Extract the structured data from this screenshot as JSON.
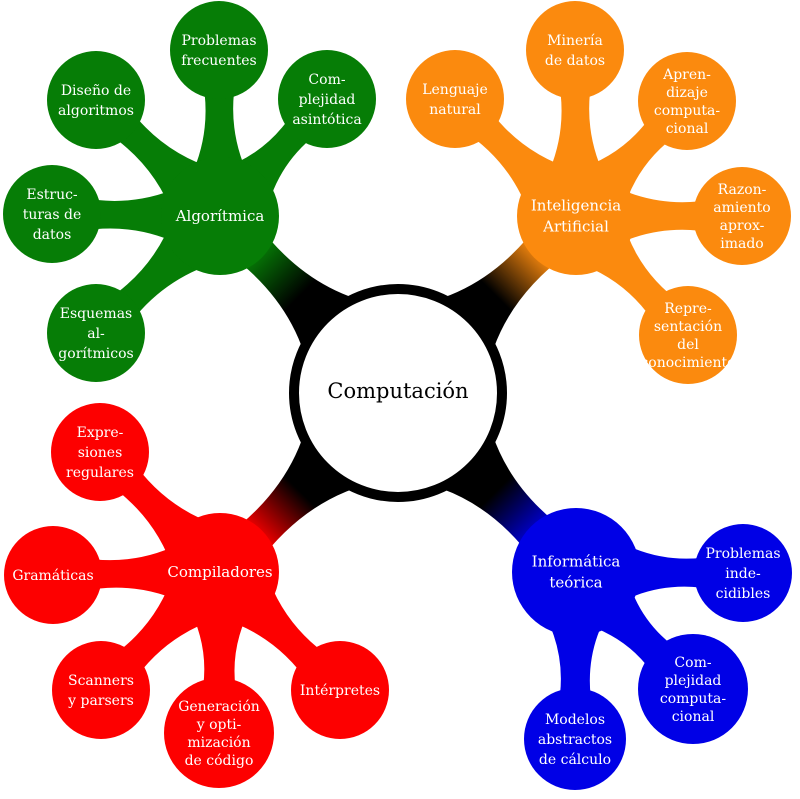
{
  "diagram": {
    "center": {
      "label": "Computación"
    },
    "branches": [
      {
        "id": "algoritmica",
        "color": "#067d06",
        "label": [
          "Algorítmica"
        ],
        "children": [
          {
            "label": [
              "Problemas",
              "frecuentes"
            ]
          },
          {
            "label": [
              "Com-",
              "plejidad",
              "asintótica"
            ]
          },
          {
            "label": [
              "Diseño de",
              "algoritmos"
            ]
          },
          {
            "label": [
              "Estruc-",
              "turas de",
              "datos"
            ]
          },
          {
            "label": [
              "Esquemas",
              "al-",
              "gorítmicos"
            ]
          }
        ]
      },
      {
        "id": "inteligencia-artificial",
        "color": "#fb8a0e",
        "label": [
          "Inteligencia",
          "Artificial"
        ],
        "children": [
          {
            "label": [
              "Lenguaje",
              "natural"
            ]
          },
          {
            "label": [
              "Minería",
              "de datos"
            ]
          },
          {
            "label": [
              "Apren-",
              "dizaje",
              "computa-",
              "cional"
            ]
          },
          {
            "label": [
              "Razon-",
              "amiento",
              "aprox-",
              "imado"
            ]
          },
          {
            "label": [
              "Repre-",
              "sentación",
              "del",
              "conocimiento"
            ]
          }
        ]
      },
      {
        "id": "compiladores",
        "color": "#fd0000",
        "label": [
          "Compiladores"
        ],
        "children": [
          {
            "label": [
              "Expre-",
              "siones",
              "regulares"
            ]
          },
          {
            "label": [
              "Gramáticas"
            ]
          },
          {
            "label": [
              "Scanners",
              "y parsers"
            ]
          },
          {
            "label": [
              "Generación",
              "y opti-",
              "mización",
              "de código"
            ]
          },
          {
            "label": [
              "Intérpretes"
            ]
          }
        ]
      },
      {
        "id": "informatica-teorica",
        "color": "#0000e6",
        "label": [
          "Informática",
          "teórica"
        ],
        "children": [
          {
            "label": [
              "Problemas",
              "inde-",
              "cidibles"
            ]
          },
          {
            "label": [
              "Com-",
              "plejidad",
              "computa-",
              "cional"
            ]
          },
          {
            "label": [
              "Modelos",
              "abstractos",
              "de cálculo"
            ]
          }
        ]
      }
    ]
  }
}
